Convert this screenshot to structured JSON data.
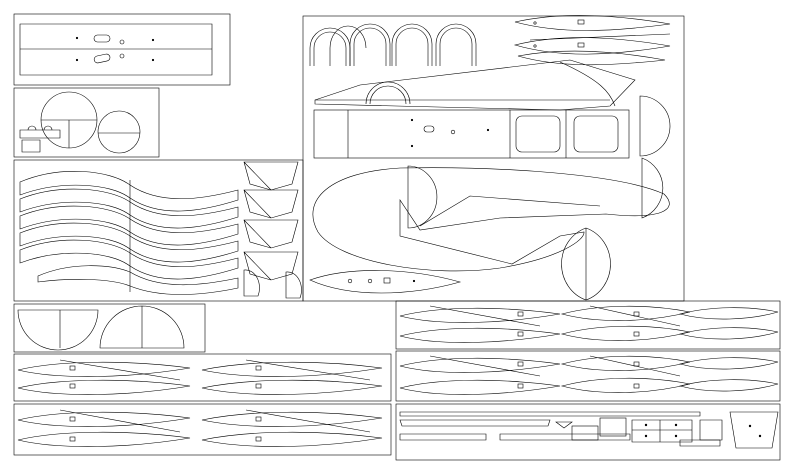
{
  "sheet": {
    "background": "#ffffff",
    "stroke": "#000000",
    "panels": [
      {
        "id": "p1",
        "title": "",
        "part_labels": []
      },
      {
        "id": "p2",
        "title": "",
        "part_labels": []
      },
      {
        "id": "p3",
        "title": "",
        "part_labels": []
      },
      {
        "id": "p4",
        "title": "",
        "part_labels": []
      },
      {
        "id": "p5",
        "title": "",
        "part_labels": []
      },
      {
        "id": "p6",
        "title": "",
        "part_labels": []
      },
      {
        "id": "p7",
        "title": "",
        "part_labels": []
      },
      {
        "id": "p8",
        "title": "",
        "part_labels": []
      },
      {
        "id": "p9",
        "title": "",
        "part_labels": []
      },
      {
        "id": "p10",
        "title": "",
        "part_labels": []
      }
    ]
  }
}
